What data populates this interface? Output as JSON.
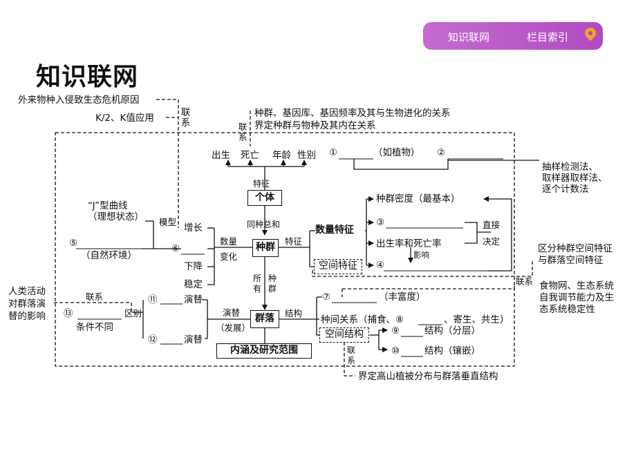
{
  "nav": {
    "knowledge_net": "知识联网",
    "column_index": "栏目索引",
    "pin_icon": "location-pin-icon"
  },
  "page_title": "知识联网",
  "left": {
    "alien_species": "外来物种入侵致生态危机原因",
    "k_value": "K/2、K值应用",
    "link_vertical": "联系",
    "j_curve": "“J”型曲线",
    "ideal_state": "（理想状态）",
    "model": "模型",
    "item5": "⑤",
    "natural_env": "（自然环境）",
    "human_activity": "人类活动对群落演替的影响",
    "human_1": "人类活动",
    "human_2": "对群落演",
    "human_3": "替的影响",
    "link_horizontal": "联系",
    "item13": "⑬",
    "diff_conditions": "条件不同",
    "difference": "区别"
  },
  "top": {
    "link": "联系",
    "relation_1": "种群、基因库、基因频率及其与生物进化的关系",
    "relation_2": "界定种群与物种及其内在关系",
    "birth": "出生",
    "death": "死亡",
    "age": "年龄",
    "sex": "性别",
    "item1": "①",
    "plant": "（如植物）",
    "item2": "②"
  },
  "center": {
    "feature": "特征",
    "individual": "个体",
    "same_species_sum": "同种总和",
    "population": "种群",
    "quantity": "数量",
    "change": "变化",
    "item6": "⑥",
    "growth": "增长",
    "decline": "下降",
    "stable": "稳定",
    "all_populations_1": "所有",
    "all_populations_2": "种群",
    "community": "群落",
    "succession": "演替",
    "develop": "（发展）",
    "item11": "⑪",
    "succ_11": "演替",
    "item12": "⑫",
    "succ_12": "演替",
    "scope": "内涵及研究范围"
  },
  "right": {
    "features": "特征",
    "quantity_features": "数量特征",
    "spatial_features": "空间特征",
    "density": "种群密度（最基本）",
    "item3": "③",
    "birth_death_rate": "出生率和死亡率",
    "influence": "影响",
    "direct": "直接",
    "decide": "决定",
    "item4": "④",
    "sampling_1": "抽样检测法、",
    "sampling_2": "取样器取样法、",
    "sampling_3": "逐个计数法",
    "distinguish_1": "区分种群空间特征",
    "distinguish_2": "与群落空间特征",
    "link": "联系",
    "food_web_1": "食物网、生态系统",
    "food_web_2": "自我调节能力及生",
    "food_web_3": "态系统稳定性",
    "structure": "结构",
    "item7": "⑦",
    "richness": "（丰富度）",
    "interspecific": "种间关系（捕食、⑧",
    "parasite": "、寄生、共生）",
    "spatial_structure": "空间结构",
    "item9": "⑨",
    "struct_layer": "结构（分层）",
    "item10": "⑩",
    "struct_mosaic": "结构（镶嵌）",
    "link_bottom": "联系",
    "alpine": "界定高山植被分布与群落垂直结构"
  }
}
